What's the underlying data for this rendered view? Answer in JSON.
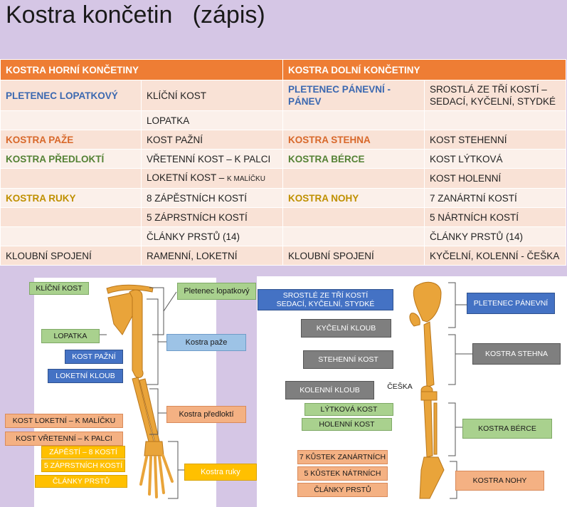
{
  "title": "Kostra končetin   (zápis)",
  "table": {
    "headers": [
      "KOSTRA HORNÍ KONČETINY",
      "KOSTRA DOLNÍ KONČETINY"
    ],
    "rows": [
      [
        "PLETENEC LOPATKOVÝ",
        "KLÍČNÍ KOST",
        "PLETENEC PÁNEVNÍ - PÁNEV",
        "SROSTLÁ ZE TŘÍ KOSTÍ – SEDACÍ, KYČELNÍ, STYDKÉ"
      ],
      [
        "",
        "LOPATKA",
        "",
        ""
      ],
      [
        "KOSTRA PAŽE",
        "KOST PAŽNÍ",
        "KOSTRA STEHNA",
        "KOST STEHENNÍ"
      ],
      [
        "KOSTRA PŘEDLOKTÍ",
        "VŘETENNÍ KOST – K PALCI",
        "KOSTRA BÉRCE",
        "KOST LÝTKOVÁ"
      ],
      [
        "",
        "LOKETNÍ KOST – ",
        "",
        "KOST HOLENNÍ"
      ],
      [
        "KOSTRA RUKY",
        "8 ZÁPĚSTNÍCH KOSTÍ",
        "KOSTRA NOHY",
        "7 ZANÁRTNÍ KOSTÍ"
      ],
      [
        "",
        "5 ZÁPRSTNÍCH KOSTÍ",
        "",
        "5 NÁRTNÍCH KOSTÍ"
      ],
      [
        "",
        "ČLÁNKY PRSTŮ (14)",
        "",
        "ČLÁNKY PRSTŮ (14)"
      ],
      [
        "KLOUBNÍ SPOJENÍ",
        "RAMENNÍ, LOKETNÍ",
        "KLOUBNÍ SPOJENÍ",
        "KYČELNÍ, KOLENNÍ - ČEŠKA"
      ]
    ],
    "small_suffix": "K MALÍČKU"
  },
  "arm_labels": {
    "klicni": "KLÍČNÍ KOST",
    "pletenec": "Pletenec lopatkový",
    "lopatka": "LOPATKA",
    "kost_pazni": "KOST PAŽNÍ",
    "kostra_paze": "Kostra paže",
    "loketni_kloub": "LOKETNÍ KLOUB",
    "kostra_predlokti": "Kostra předloktí",
    "kost_loketni": "KOST LOKETNÍ – K MALÍČKU",
    "kost_vretenni": "KOST VŘETENNÍ – K PALCI",
    "zapesti": "ZÁPĚSTÍ – 8 KOSTÍ",
    "zaprstni": "5 ZÁPRSTNÍCH KOSTÍ",
    "clanky": "ČLÁNKY  PRSTŮ",
    "kostra_ruky": "Kostra ruky"
  },
  "leg_labels": {
    "srostle_line1": "SROSTLÉ ZE TŘÍ KOSTÍ",
    "srostle_line2": "SEDACÍ, KYČELNÍ, STYDKÉ",
    "pletenec_panevni": "PLETENEC PÁNEVNÍ",
    "kycelni_kloub": "KYČELNÍ KLOUB",
    "kostra_stehna": "KOSTRA STEHNA",
    "stehenni_kost": "STEHENNÍ KOST",
    "kolenni_kloub": "KOLENNÍ KLOUB",
    "ceska": "ČEŠKA",
    "lytkova": "LÝTKOVÁ KOST",
    "holenni": "HOLENNÍ KOST",
    "kostra_berce": "KOSTRA BÉRCE",
    "zanartnich": "7 KŮSTEK ZANÁRTNÍCH",
    "natrnich": "5 KŮSTEK NÁTRNÍCH",
    "clanky": "ČLÁNKY PRSTŮ",
    "kostra_nohy": "KOSTRA NOHY"
  },
  "colors": {
    "background": "#d5c6e5",
    "header": "#ee7d34",
    "bone": "#e9a43a"
  }
}
